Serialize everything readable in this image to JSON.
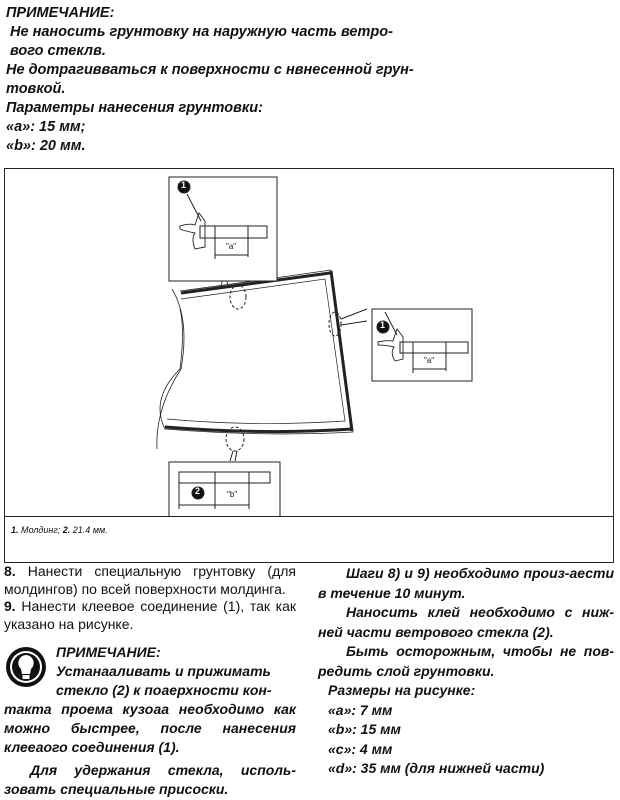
{
  "top_note": {
    "title": "ПРИМЕЧАНИЕ:",
    "line1": "Не наносить грунтовку на наружную часть ветро-",
    "line2": "вого стеклв.",
    "line3": "Не дотрагивваться к поверхности с нвнесенной грун-",
    "line4": "товкой.",
    "params_title": "Параметры нанесения грунтовки:",
    "param_a": "«a»: 15 мм;",
    "param_b": "«b»: 20 мм."
  },
  "figure": {
    "callout_1": "1",
    "callout_2": "2",
    "label_a": "\"a\"",
    "label_b": "\"b\"",
    "caption_num1": "1.",
    "caption_text1": " Молдинг; ",
    "caption_num2": "2.",
    "caption_text2": " 21.4 мм."
  },
  "steps": {
    "step8_num": "8.",
    "step8_text": " Нанести специальную грунтовку (для молдингов) по всей поверхности молдинга.",
    "step9_num": "9.",
    "step9_text": " Нанести клеевое соединение (1), так как указано на рисунке."
  },
  "note2": {
    "icon": "lightbulb-icon",
    "title": "ПРИМЕЧАНИЕ:",
    "line1": "Устанааливать и прижимать",
    "line2": "стекло (2) к поаерхности кон-",
    "rest": "такта проема кузоаа необходимо как можно быстрее, после нанесения клееаого соединения (1).",
    "para2": "Для удержания стекла, исполь-зовать специальные присоски."
  },
  "right": {
    "p1": "Шаги 8) и 9) необходимо произ-аести в течение 10 минут.",
    "p2": "Наносить клей необходимо с ниж-ней части ветрового стекла (2).",
    "p3": "Быть осторожным, чтобы не пов-редить слой грунтовки.",
    "dims_title": "Размеры на рисунке:",
    "dim_a": "«a»: 7 мм",
    "dim_b": "«b»: 15 мм",
    "dim_c": "«c»: 4 мм",
    "dim_d": "«d»: 35 мм (для нижней части)"
  }
}
